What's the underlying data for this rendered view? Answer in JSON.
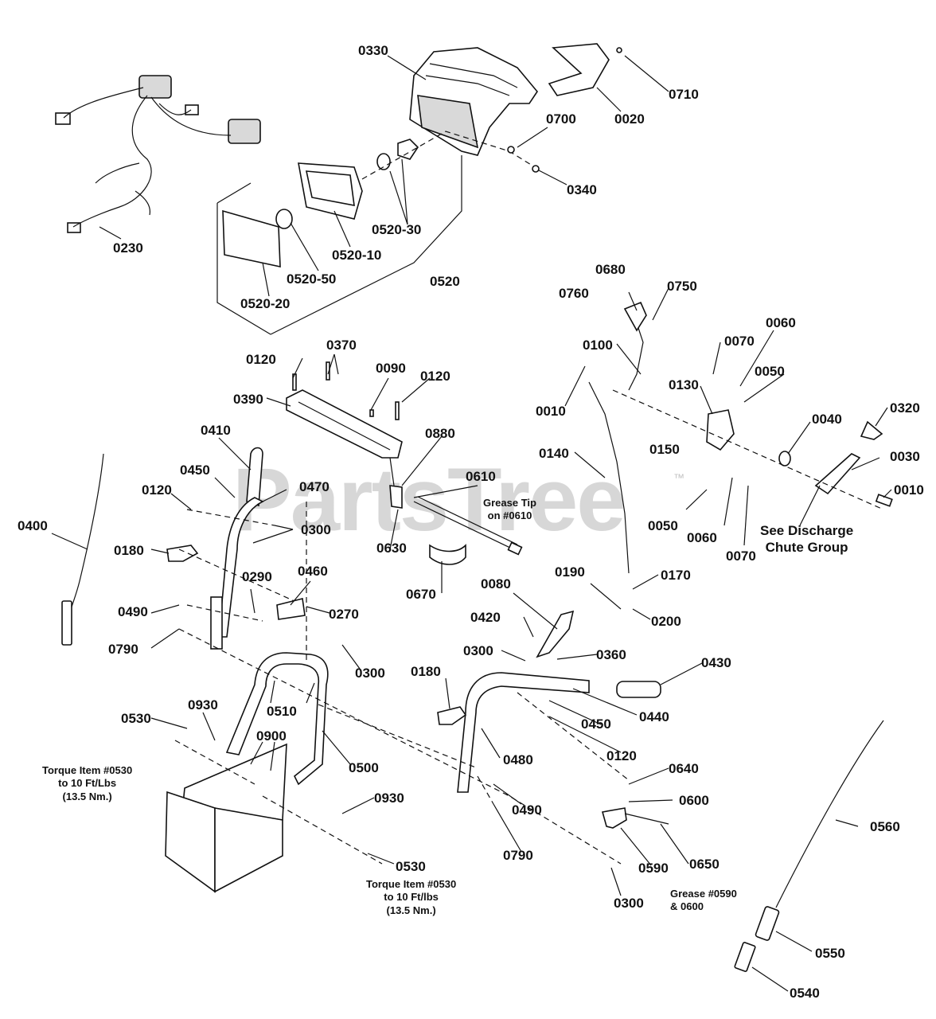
{
  "watermark": "PartsTree",
  "watermark_mark": "™",
  "callouts": [
    "0330",
    "0710",
    "0020",
    "0700",
    "0340",
    "0230",
    "0520-30",
    "0520-10",
    "0520",
    "0520-50",
    "0520-20",
    "0680",
    "0760",
    "0750",
    "0070",
    "0060",
    "0100",
    "0050",
    "0010",
    "0130",
    "0320",
    "0040",
    "0030",
    "0150",
    "0140",
    "0010b",
    "0120",
    "0370",
    "0090",
    "0120b",
    "0390",
    "0880",
    "0410",
    "0450",
    "0470",
    "0610",
    "0120c",
    "0300",
    "0630",
    "0400",
    "0180",
    "0670",
    "0290",
    "0460",
    "0050b",
    "0060b",
    "0070b",
    "0490",
    "0270",
    "0190",
    "0170",
    "0200",
    "0790",
    "0080",
    "0420",
    "0300b",
    "0360",
    "0430",
    "0180b",
    "0300c",
    "0440",
    "0510",
    "0450b",
    "0530",
    "0930",
    "0900",
    "0120d",
    "0500",
    "0480",
    "0640",
    "0600",
    "0490b",
    "0930b",
    "0790b",
    "0650",
    "0590",
    "0560",
    "0530b",
    "0300d",
    "0550",
    "0540"
  ],
  "labels": {
    "0330": "0330",
    "0710": "0710",
    "0020": "0020",
    "0700": "0700",
    "0340": "0340",
    "0230": "0230",
    "0520-30": "0520-30",
    "0520-10": "0520-10",
    "0520": "0520",
    "0520-50": "0520-50",
    "0520-20": "0520-20",
    "0680": "0680",
    "0760": "0760",
    "0750": "0750",
    "0070": "0070",
    "0060": "0060",
    "0100": "0100",
    "0050": "0050",
    "0010": "0010",
    "0130": "0130",
    "0320": "0320",
    "0040": "0040",
    "0030": "0030",
    "0150": "0150",
    "0140": "0140",
    "0010b": "0010",
    "0120": "0120",
    "0370": "0370",
    "0090": "0090",
    "0120b": "0120",
    "0390": "0390",
    "0880": "0880",
    "0410": "0410",
    "0450": "0450",
    "0470": "0470",
    "0610": "0610",
    "0120c": "0120",
    "0300": "0300",
    "0630": "0630",
    "0400": "0400",
    "0180": "0180",
    "0670": "0670",
    "0290": "0290",
    "0460": "0460",
    "0050b": "0050",
    "0060b": "0060",
    "0070b": "0070",
    "0490": "0490",
    "0270": "0270",
    "0190": "0190",
    "0170": "0170",
    "0200": "0200",
    "0790": "0790",
    "0080": "0080",
    "0420": "0420",
    "0300b": "0300",
    "0360": "0360",
    "0430": "0430",
    "0180b": "0180",
    "0300c": "0300",
    "0440": "0440",
    "0510": "0510",
    "0450b": "0450",
    "0530": "0530",
    "0930": "0930",
    "0900": "0900",
    "0120d": "0120",
    "0500": "0500",
    "0480": "0480",
    "0640": "0640",
    "0600": "0600",
    "0490b": "0490",
    "0930b": "0930",
    "0790b": "0790",
    "0650": "0650",
    "0590": "0590",
    "0560": "0560",
    "0530b": "0530",
    "0300d": "0300",
    "0550": "0550",
    "0540": "0540"
  },
  "notes": {
    "grease_tip": [
      "Grease Tip",
      "on #0610"
    ],
    "see_discharge": [
      "See Discharge",
      "Chute Group"
    ],
    "torque_left": [
      "Torque Item #0530",
      "to 10 Ft/Lbs",
      "(13.5 Nm.)"
    ],
    "torque_right": [
      "Torque Item #0530",
      "to 10 Ft/lbs",
      "(13.5 Nm.)"
    ],
    "grease_0590": [
      "Grease #0590",
      "& 0600"
    ]
  }
}
